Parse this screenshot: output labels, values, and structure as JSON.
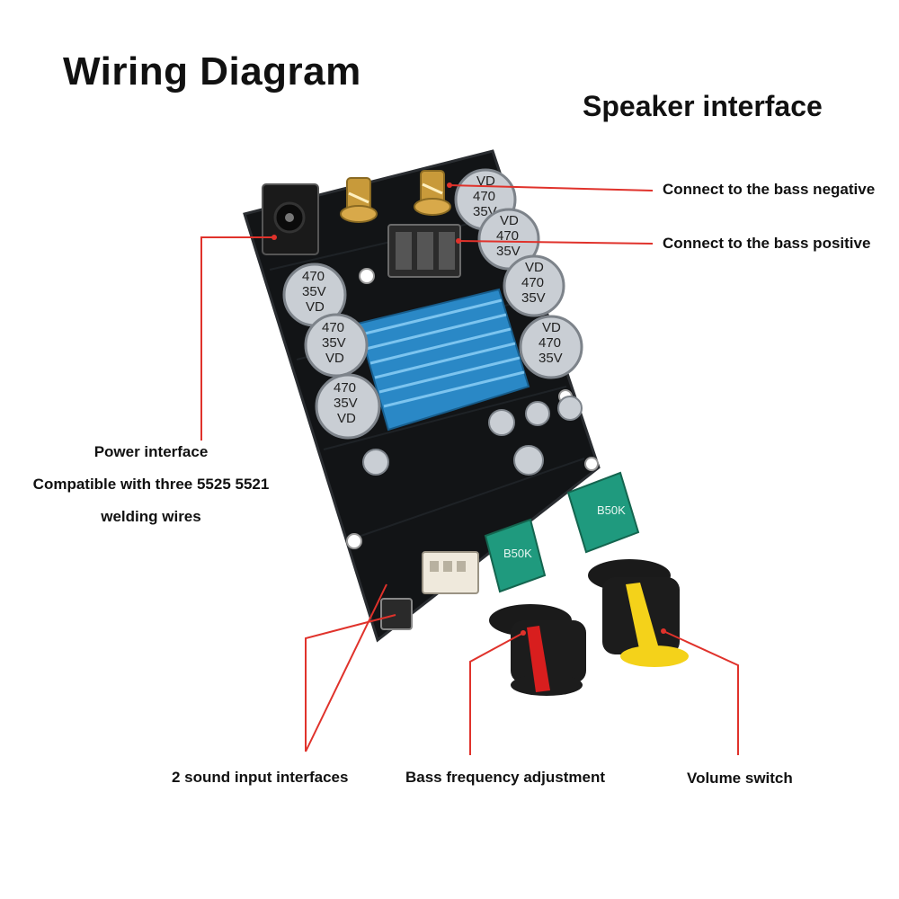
{
  "title": "Wiring Diagram",
  "subtitle": "Speaker interface",
  "callouts": {
    "bass_negative": "Connect to the bass negative",
    "bass_positive": "Connect to the bass positive",
    "power_line1": "Power interface",
    "power_line2": "Compatible with three 5525 5521",
    "power_line3": "welding wires",
    "sound_inputs": "2 sound input interfaces",
    "bass_adjust": "Bass frequency adjustment",
    "volume": "Volume switch"
  },
  "board": {
    "capacitor_value": "470",
    "capacitor_voltage": "35V",
    "capacitor_series": "VD",
    "pot_label": "B50K"
  },
  "colors": {
    "leader_line": "#e0322b",
    "pcb": "#121416",
    "heatsink": "#2a88c6",
    "pot_body": "#1f9a7e",
    "knob_bass_accent": "#d81e1e",
    "knob_volume_accent": "#f4d21a",
    "capacitor": "#c9ced4"
  }
}
